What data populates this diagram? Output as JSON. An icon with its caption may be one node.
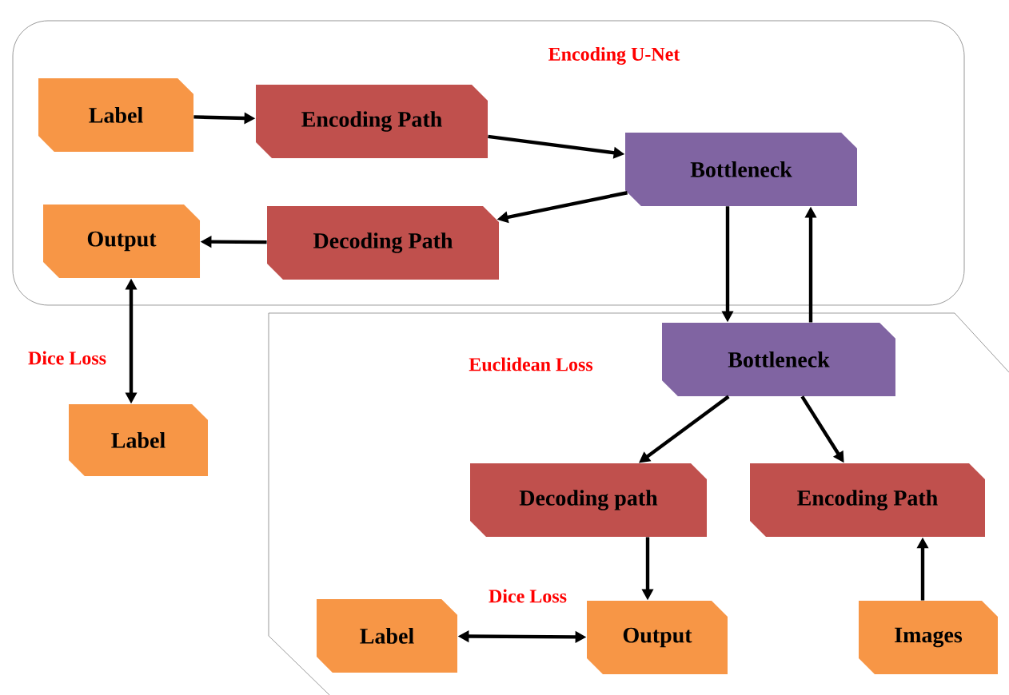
{
  "diagram": {
    "nodes": [
      {
        "text": [
          "Encoding U-Net"
        ]
      },
      {
        "text": [
          "Label"
        ],
        "in": 0
      },
      {
        "text": [
          "Encoding Path"
        ],
        "in": 0
      },
      {
        "text": [
          "Bottleneck"
        ],
        "in": 0
      },
      {
        "text": [
          "Output"
        ],
        "in": 0
      },
      {
        "text": [
          "Decoding Path"
        ],
        "in": 0
      },
      {
        "text": [
          "Label"
        ]
      },
      {
        "text": [
          "Euclidean Loss"
        ]
      },
      {
        "text": [
          "Bottleneck"
        ],
        "in": 7
      },
      {
        "text": [
          "Decoding path"
        ],
        "in": 7
      },
      {
        "text": [
          "Encoding Path"
        ],
        "in": 7
      },
      {
        "text": [
          "Label"
        ],
        "in": 7
      },
      {
        "text": [
          "Output"
        ],
        "in": 7
      },
      {
        "text": [
          "Images"
        ],
        "in": 7
      }
    ],
    "edges": [
      {
        "from": 1,
        "to": 2,
        "arrow": "to"
      },
      {
        "from": 2,
        "to": 3,
        "arrow": "to"
      },
      {
        "from": 3,
        "to": 5,
        "arrow": "to"
      },
      {
        "from": 5,
        "to": 4,
        "arrow": "to"
      },
      {
        "from": 4,
        "to": 6,
        "arrow": "both",
        "label": "Dice Loss"
      },
      {
        "from": 3,
        "to": 8,
        "arrow": "to"
      },
      {
        "from": 8,
        "to": 3,
        "arrow": "to"
      },
      {
        "from": 8,
        "to": 9,
        "arrow": "to"
      },
      {
        "from": 8,
        "to": 10,
        "arrow": "to"
      },
      {
        "from": 9,
        "to": 12,
        "arrow": "to"
      },
      {
        "from": 13,
        "to": 10,
        "arrow": "to"
      },
      {
        "from": 11,
        "to": 12,
        "arrow": "both",
        "label": "Dice Loss"
      }
    ]
  }
}
